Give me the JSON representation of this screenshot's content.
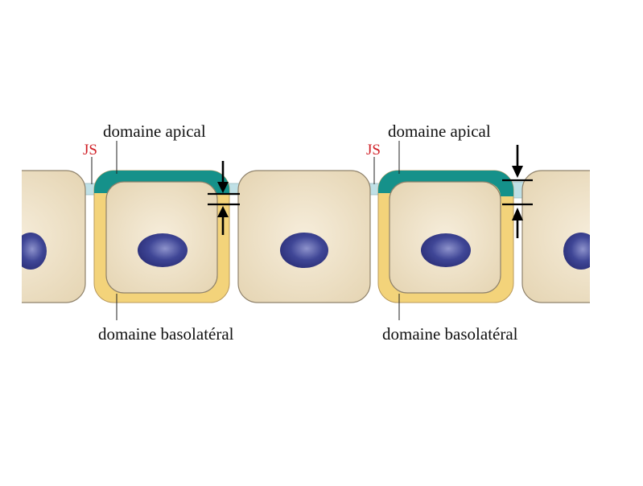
{
  "labels": {
    "apical": "domaine apical",
    "basolateral": "domaine basolatéral",
    "junction": "JS"
  },
  "colors": {
    "cytoplasm": "#ece0c5",
    "cell_outline": "#8f826b",
    "nucleus": "#3a3f8f",
    "nucleus_highlight": "#8a90c8",
    "apical_membrane": "#15918a",
    "basolateral_membrane": "#f3d37a",
    "intercellular_space": "#bfe0e6",
    "junction_label": "#d01f26",
    "text": "#111111"
  }
}
